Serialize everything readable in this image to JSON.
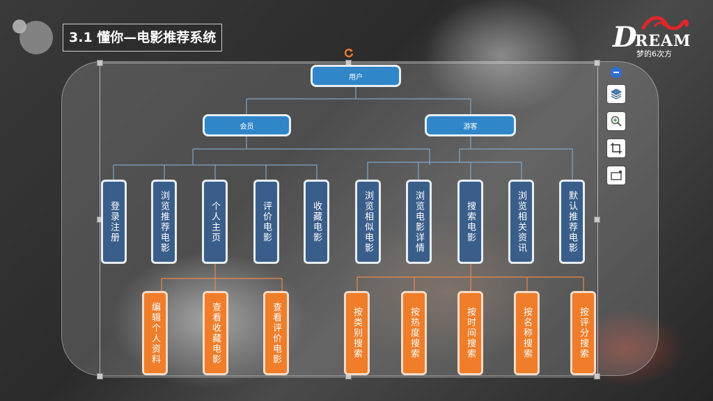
{
  "slide": {
    "title": "3.1  懂你—电影推荐系统"
  },
  "logo": {
    "mark_first": "D",
    "mark_rest": "REAM",
    "subtitle": "梦的6次方"
  },
  "diagram": {
    "root": "用户",
    "level1": [
      "会员",
      "游客"
    ],
    "level2": [
      "登录注册",
      "浏览推荐电影",
      "个人主页",
      "评价电影",
      "收藏电影",
      "浏览相似电影",
      "浏览电影详情",
      "搜索电影",
      "浏览相关资讯",
      "默认推荐电影"
    ],
    "level3_profile": [
      "编辑个人资料",
      "查看收藏电影",
      "查看评价电影"
    ],
    "level3_search": [
      "按类别搜索",
      "按热度搜索",
      "按时间搜索",
      "按名称搜索",
      "按评分搜索"
    ]
  },
  "colors": {
    "node_blue": "#2f86c9",
    "node_navy": "#3a5e8a",
    "node_orange": "#ef7d2a",
    "connector_blue": "#7fa6c8",
    "connector_orange": "#e98a4a"
  },
  "icons": {
    "toolbar": [
      "minus-icon",
      "layers-icon",
      "zoom-in-icon",
      "crop-icon",
      "frame-icon"
    ]
  }
}
